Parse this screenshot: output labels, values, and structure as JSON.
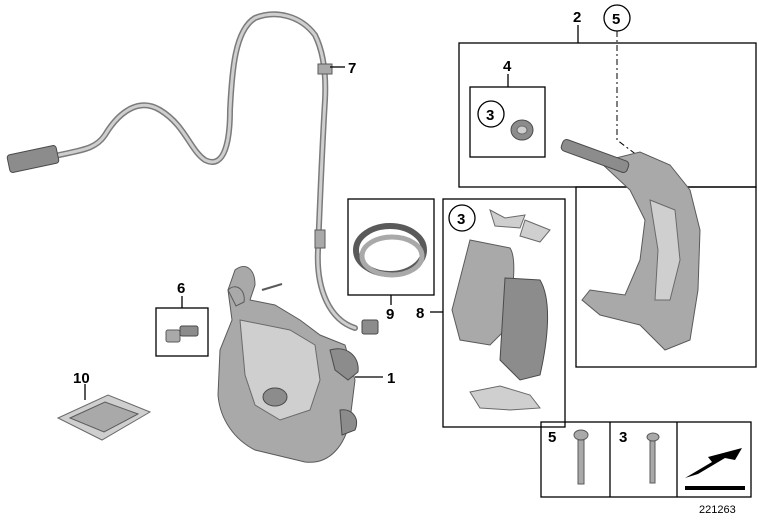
{
  "callouts": {
    "c1": "1",
    "c2": "2",
    "c3_carrier": "3",
    "c4": "4",
    "c5_carrier": "5",
    "c6": "6",
    "c7": "7",
    "c8": "8",
    "c9": "9",
    "c10": "10",
    "c3_pads": "3"
  },
  "legend": {
    "item5": "5",
    "item3": "3"
  },
  "doc_number": "221263"
}
